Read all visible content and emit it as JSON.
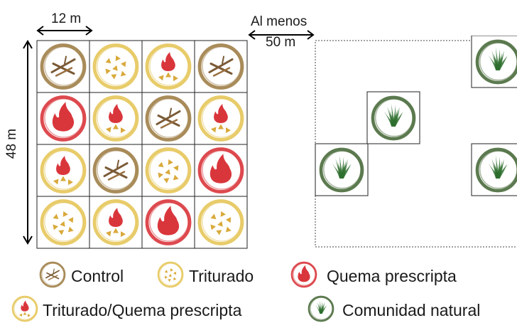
{
  "dimensions": {
    "width_label": "12 m",
    "height_label": "48 m",
    "distance_label_top": "Al menos",
    "distance_label_bottom": "50 m"
  },
  "treatment_grid": [
    [
      "Control",
      "Triturado",
      "Triturado/Quema prescripta",
      "Control"
    ],
    [
      "Quema prescripta",
      "Triturado/Quema prescripta",
      "Control",
      "Triturado/Quema prescripta"
    ],
    [
      "Triturado/Quema prescripta",
      "Control",
      "Triturado",
      "Quema prescripta"
    ],
    [
      "Triturado",
      "Triturado/Quema prescripta",
      "Quema prescripta",
      "Triturado"
    ]
  ],
  "natural_plots": [
    "Comunidad natural",
    "Comunidad natural",
    "Comunidad natural",
    "Comunidad natural"
  ],
  "legend": [
    {
      "key": "control",
      "label": "Control",
      "icon": "control-icon"
    },
    {
      "key": "triturado",
      "label": "Triturado",
      "icon": "triturado-icon"
    },
    {
      "key": "quema",
      "label": "Quema prescripta",
      "icon": "quema-icon"
    },
    {
      "key": "triturado_quema",
      "label": "Triturado/Quema prescripta",
      "icon": "triturado-quema-icon"
    },
    {
      "key": "natural",
      "label": "Comunidad natural",
      "icon": "comunidad-natural-icon"
    }
  ],
  "colors": {
    "control": "#a08048",
    "triturado": "#e6c65a",
    "quema": "#d9363c",
    "natural": "#4a6b3c",
    "wood": "#7a5a35",
    "grass": "#2e6e2e"
  }
}
